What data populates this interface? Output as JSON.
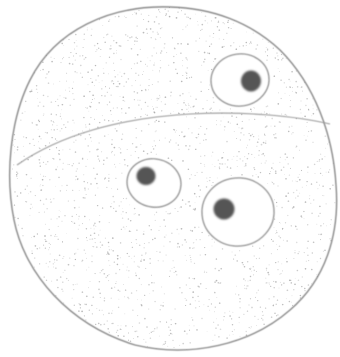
{
  "figure": {
    "style": "pencil sketch",
    "colors": {
      "background": "#ffffff",
      "outline": "#8a8a8a",
      "stipple": "#a3a3a3",
      "nucleus": "#555555"
    },
    "structures": [
      {
        "name": "cell-membrane",
        "count": 1
      },
      {
        "name": "internal-division-line",
        "count": 1
      },
      {
        "name": "vacuole",
        "count": 3
      }
    ]
  }
}
